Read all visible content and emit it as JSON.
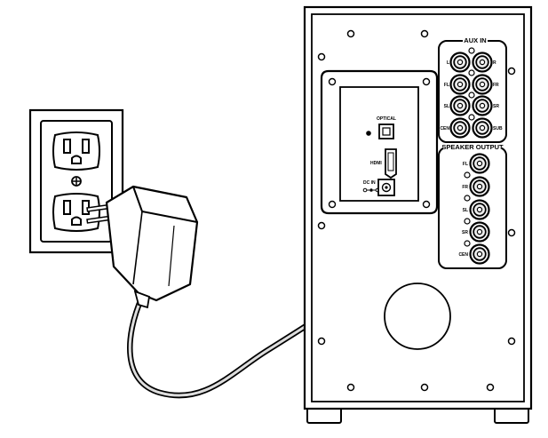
{
  "aux_in": {
    "title": "AUX IN",
    "jacks": [
      "L",
      "R",
      "FL",
      "FR",
      "SL",
      "SR",
      "CEN",
      "SUB"
    ]
  },
  "speaker_output": {
    "title": "SPEAKER OUTPUT",
    "jacks": [
      "FL",
      "FR",
      "SL",
      "SR",
      "CEN"
    ]
  },
  "ports": {
    "optical": "OPTICAL",
    "hdmi": "HDMI",
    "dc_in": "DC IN"
  },
  "colors": {
    "line": "#000000",
    "background": "#ffffff",
    "cable": "#dddddd",
    "jack_fill": "#eeeeee"
  }
}
